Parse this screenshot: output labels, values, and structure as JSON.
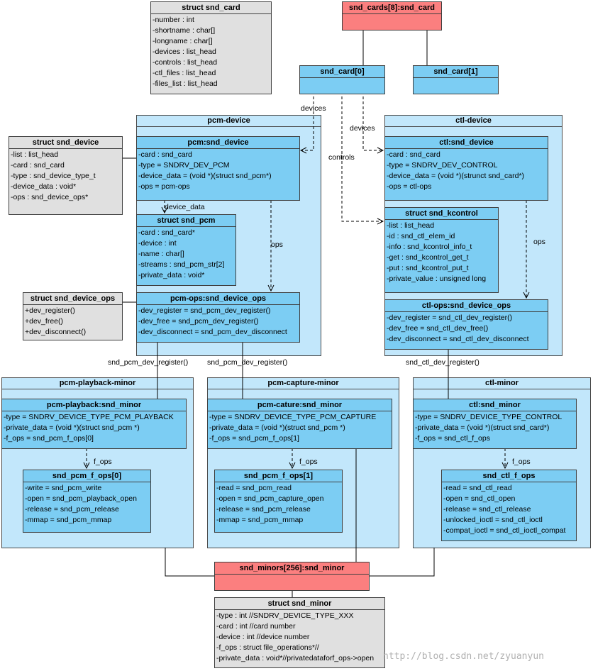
{
  "packages": {
    "pcm_device": "pcm-device",
    "ctl_device": "ctl-device",
    "pcm_playback_minor": "pcm-playback-minor",
    "pcm_capture_minor": "pcm-capture-minor",
    "ctl_minor": "ctl-minor"
  },
  "boxes": {
    "struct_snd_card": {
      "title": "struct snd_card",
      "fields": [
        "-number : int",
        "-shortname : char[]",
        "-longname : char[]",
        "-devices : list_head",
        "-controls : list_head",
        "-ctl_files : list_head",
        "-files_list : list_head"
      ]
    },
    "snd_cards": {
      "title": "snd_cards[8]:snd_card"
    },
    "snd_card0": {
      "title": "snd_card[0]"
    },
    "snd_card1": {
      "title": "snd_card[1]"
    },
    "struct_snd_device": {
      "title": "struct snd_device",
      "fields": [
        "-list : list_head",
        "-card : snd_card",
        "-type : snd_device_type_t",
        "-device_data : void*",
        "-ops : snd_device_ops*"
      ]
    },
    "pcm_snd_device": {
      "title": "pcm:snd_device",
      "fields": [
        "-card : snd_card",
        "-type = SNDRV_DEV_PCM",
        "-device_data = (void *)(struct snd_pcm*)",
        "-ops = pcm-ops"
      ]
    },
    "struct_snd_pcm": {
      "title": "struct snd_pcm",
      "fields": [
        "-card : snd_card*",
        "-device : int",
        "-name : char[]",
        "-streams : snd_pcm_str[2]",
        "-private_data : void*"
      ]
    },
    "struct_snd_device_ops": {
      "title": "struct snd_device_ops",
      "fields": [
        "+dev_register()",
        "+dev_free()",
        "+dev_disconnect()"
      ]
    },
    "pcm_ops": {
      "title": "pcm-ops:snd_device_ops",
      "fields": [
        "-dev_register = snd_pcm_dev_register()",
        "-dev_free = snd_pcm_dev_register()",
        "-dev_disconnect = snd_pcm_dev_disconnect"
      ]
    },
    "ctl_snd_device": {
      "title": "ctl:snd_device",
      "fields": [
        "-card : snd_card",
        "-type = SNDRV_DEV_CONTROL",
        "-device_data = (void *)(strunct snd_card*)",
        "-ops = ctl-ops"
      ]
    },
    "struct_snd_kcontrol": {
      "title": "struct snd_kcontrol",
      "fields": [
        "-list : list_head",
        "-id : snd_ctl_elem_id",
        "-info : snd_kcontrol_info_t",
        "-get : snd_kcontrol_get_t",
        "-put : snd_kcontrol_put_t",
        "-private_value : unsigned long"
      ]
    },
    "ctl_ops": {
      "title": "ctl-ops:snd_device_ops",
      "fields": [
        "-dev_register = snd_ctl_dev_register()",
        "-dev_free = snd_ctl_dev_free()",
        "-dev_disconnect = snd_ctl_dev_disconnect"
      ]
    },
    "pcm_playback": {
      "title": "pcm-playback:snd_minor",
      "fields": [
        "-type = SNDRV_DEVICE_TYPE_PCM_PLAYBACK",
        "-private_data = (void *)(struct snd_pcm *)",
        "-f_ops = snd_pcm_f_ops[0]"
      ]
    },
    "snd_pcm_f_ops0": {
      "title": "snd_pcm_f_ops[0]",
      "fields": [
        "-write = snd_pcm_write",
        "-open = snd_pcm_playback_open",
        "-release = snd_pcm_release",
        "-mmap = snd_pcm_mmap"
      ]
    },
    "pcm_cature": {
      "title": "pcm-cature:snd_minor",
      "fields": [
        "-type = SNDRV_DEVICE_TYPE_PCM_CAPTURE",
        "-private_data = (void *)(struct snd_pcm *)",
        "-f_ops = snd_pcm_f_ops[1]"
      ]
    },
    "snd_pcm_f_ops1": {
      "title": "snd_pcm_f_ops[1]",
      "fields": [
        "-read = snd_pcm_read",
        "-open = snd_pcm_capture_open",
        "-release = snd_pcm_release",
        "-mmap = snd_pcm_mmap"
      ]
    },
    "ctl_minor_obj": {
      "title": "ctl:snd_minor",
      "fields": [
        "-type = SNDRV_DEVICE_TYPE_CONTROL",
        "-private_data = (void *)(struct snd_card*)",
        "-f_ops = snd_ctl_f_ops"
      ]
    },
    "snd_ctl_f_ops": {
      "title": "snd_ctl_f_ops",
      "fields": [
        "-read = snd_ctl_read",
        "-open = snd_ctl_open",
        "-release = snd_ctl_release",
        "-unlocked_ioctl = snd_ctl_ioctl",
        "-compat_ioctl = snd_ctl_ioctl_compat"
      ]
    },
    "snd_minors": {
      "title": "snd_minors[256]:snd_minor"
    },
    "struct_snd_minor": {
      "title": "struct snd_minor",
      "fields": [
        "-type : int //SNDRV_DEVICE_TYPE_XXX",
        "-card : int //card number",
        "-device : int //device number",
        "-f_ops : struct file_operations*//",
        "-private_data : void*//privatedataforf_ops->open"
      ]
    }
  },
  "labels": {
    "devices1": "devices",
    "devices2": "devices",
    "controls": "controls",
    "device_data": "device_data",
    "ops1": "ops",
    "ops2": "ops",
    "reg1": "snd_pcm_dev_register()",
    "reg2": "snd_pcm_dev_register()",
    "reg3": "snd_ctl_dev_register()",
    "fops1": "f_ops",
    "fops2": "f_ops",
    "fops3": "f_ops"
  },
  "watermark": "http://blog.csdn.net/zyuanyun",
  "colors": {
    "package_fill": "#c2e7fb",
    "object_fill": "#7ccdf3",
    "class_fill": "#e0e0e0",
    "array_fill": "#fb7f7f"
  }
}
